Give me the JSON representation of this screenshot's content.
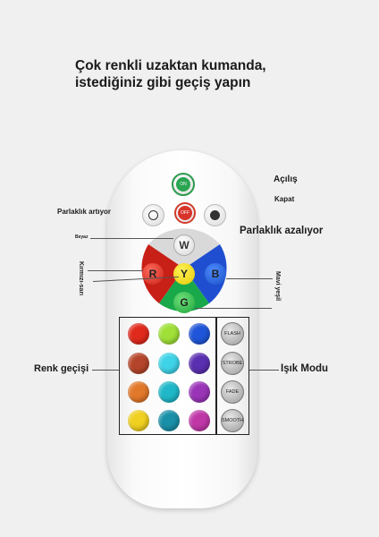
{
  "heading": {
    "line1": "Çok renkli uzaktan kumanda,",
    "line2": "istediğiniz gibi geçiş yapın"
  },
  "labels": {
    "on": "Açılış",
    "off": "Kapat",
    "brightness_up": "Parlaklık artıyor",
    "brightness_down": "Parlaklık azalıyor",
    "white": "Beyaz",
    "red_yellow": "Kırmızı-sarı",
    "blue_green": "Mavi yeşil",
    "color_change": "Renk geçişi",
    "light_mode": "Işık Modu"
  },
  "remote": {
    "on_key": "ON",
    "off_key": "OFF",
    "wheel_keys": {
      "w": "W",
      "r": "R",
      "y": "Y",
      "b": "B",
      "g": "G"
    },
    "mode_keys": [
      "FLASH",
      "STROBE",
      "FADE",
      "SMOOTH"
    ],
    "color_grid": [
      [
        "#e02a1c",
        "#9fe038",
        "#1f55d8"
      ],
      [
        "#b5452a",
        "#3fd3e8",
        "#5a2fb0"
      ],
      [
        "#e2782a",
        "#20b8c8",
        "#9a35b8"
      ],
      [
        "#f0d020",
        "#1a90a8",
        "#c038a8"
      ]
    ]
  },
  "colors": {
    "wheel_white": "#d9d9d9",
    "wheel_red": "#c81f16",
    "wheel_blue": "#1f4fd0",
    "wheel_green": "#19a84a"
  }
}
